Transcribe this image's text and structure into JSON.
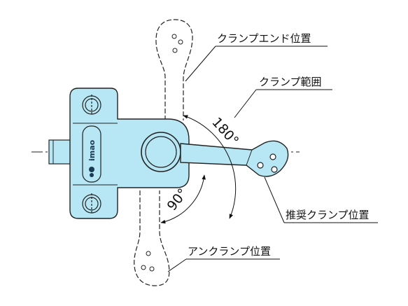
{
  "labels": {
    "clamp_end_position": "クランプエンド位置",
    "clamp_range": "クランプ範囲",
    "recommended_clamp_position": "推奨クランプ位置",
    "unclamp_position": "アンクランプ位置"
  },
  "angles": {
    "range": "180°",
    "unclamp": "90°"
  },
  "brand": {
    "logo_text": "imao"
  },
  "colors": {
    "body_fill": "#b7e7f4",
    "outline": "#2a2a2a"
  }
}
